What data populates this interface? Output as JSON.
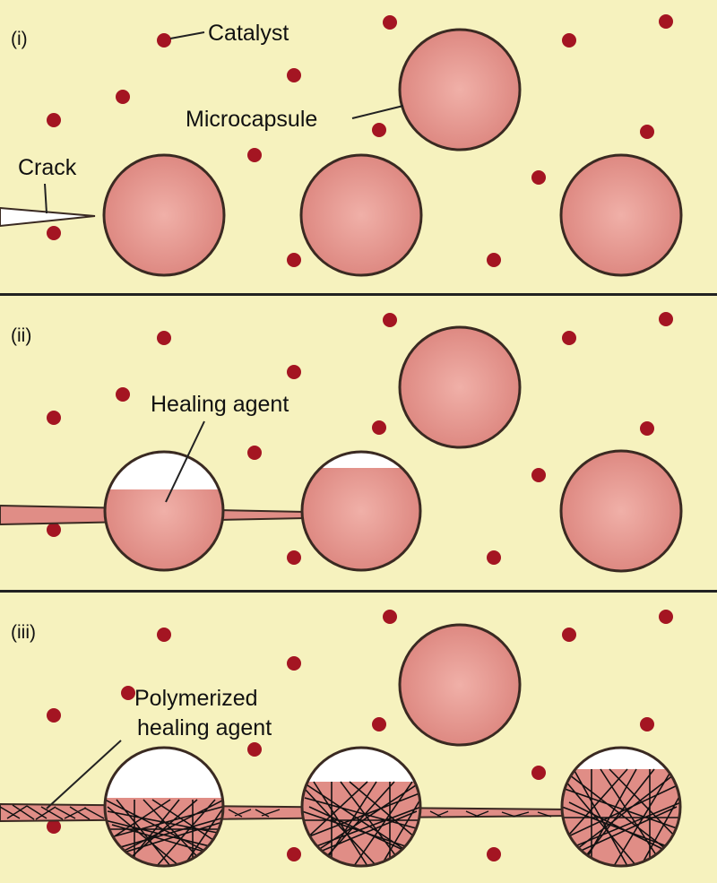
{
  "figure": {
    "colors": {
      "background": "#f6f2be",
      "microcapsule": "#e08d86",
      "microcapsule_center": "#f0b0a8",
      "catalyst": "#a41522",
      "outline": "#3a2a22",
      "empty_space": "#ffffff",
      "polymer_network": "#111111"
    },
    "panels": [
      {
        "label": "(i)"
      },
      {
        "label": "(ii)"
      },
      {
        "label": "(iii)"
      }
    ],
    "labels": {
      "catalyst": "Catalyst",
      "microcapsule": "Microcapsule",
      "crack": "Crack",
      "healing_agent": "Healing agent",
      "polymerized_line1": "Polymerized",
      "polymerized_line2": "healing agent"
    }
  }
}
